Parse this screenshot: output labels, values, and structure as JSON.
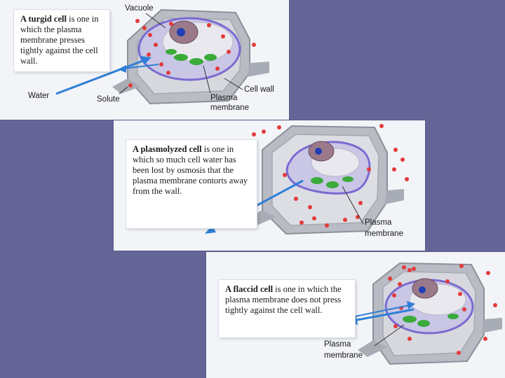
{
  "colors": {
    "background": "#646496",
    "panel": "#f2f4f8",
    "arrow": "#2f7fd6",
    "solute": "#e23b3b",
    "chloroplast": "#3aaa3a",
    "nucleus": "#1f3fb5",
    "cell_wall": "#9a9ea6",
    "membrane": "#7a6ad0"
  },
  "panels": [
    {
      "id": "turgid",
      "caption": {
        "term": "A turgid cell",
        "text": " is one in which the plasma membrane presses tightly against the cell wall."
      },
      "labels": {
        "vacuole": "Vacuole",
        "water": "Water",
        "solute": "Solute",
        "cell_wall": "Cell wall",
        "plasma_line1": "Plasma",
        "plasma_line2": "membrane"
      }
    },
    {
      "id": "plasmolyzed",
      "caption": {
        "term": "A plasmolyzed cell",
        "text": " is one in which so much cell water has been lost by osmosis that the plasma membrane contorts away from the wall."
      },
      "labels": {
        "plasma_line1": "Plasma",
        "plasma_line2": "membrane"
      }
    },
    {
      "id": "flaccid",
      "caption": {
        "term": "A flaccid cell",
        "text": " is one in which the plasma membrane does not press tightly against the cell wall."
      },
      "labels": {
        "plasma_line1": "Plasma",
        "plasma_line2": "membrane"
      }
    }
  ]
}
